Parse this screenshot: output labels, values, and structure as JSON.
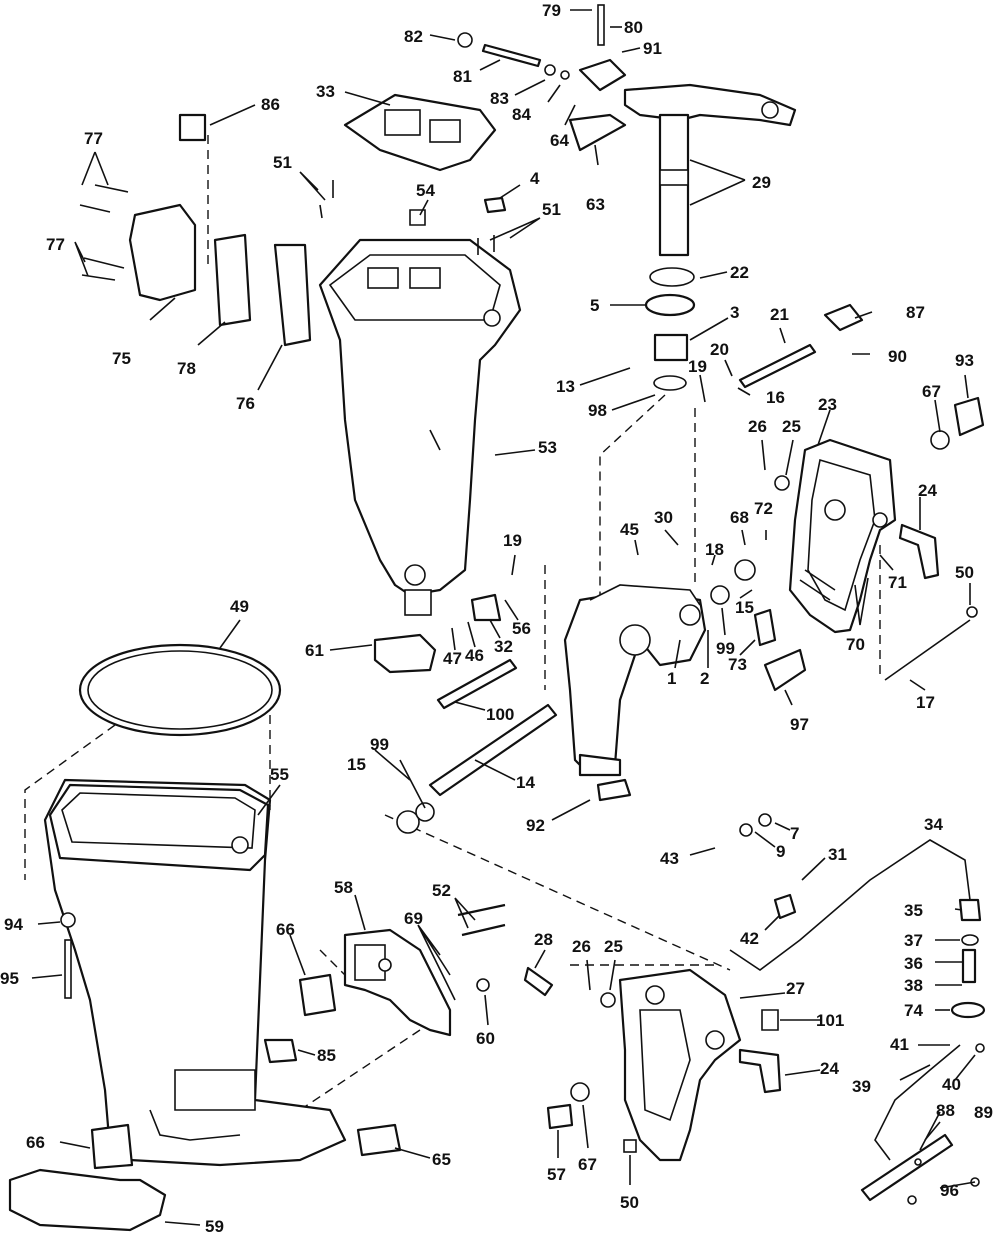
{
  "diagram": {
    "type": "exploded-parts-view",
    "callouts": {
      "c1": "1",
      "c2": "2",
      "c3": "3",
      "c4": "4",
      "c5": "5",
      "c7": "7",
      "c9": "9",
      "c13": "13",
      "c14": "14",
      "c15a": "15",
      "c15b": "15",
      "c16": "16",
      "c17": "17",
      "c18": "18",
      "c19a": "19",
      "c19b": "19",
      "c20": "20",
      "c21": "21",
      "c22": "22",
      "c23": "23",
      "c24a": "24",
      "c24b": "24",
      "c25a": "25",
      "c25b": "25",
      "c26a": "26",
      "c26b": "26",
      "c27": "27",
      "c28": "28",
      "c29": "29",
      "c30": "30",
      "c31": "31",
      "c32": "32",
      "c33": "33",
      "c34": "34",
      "c35": "35",
      "c36": "36",
      "c37": "37",
      "c38": "38",
      "c39": "39",
      "c40": "40",
      "c41": "41",
      "c42": "42",
      "c43": "43",
      "c45": "45",
      "c46": "46",
      "c47": "47",
      "c49": "49",
      "c50a": "50",
      "c50b": "50",
      "c51a": "51",
      "c51b": "51",
      "c52": "52",
      "c53": "53",
      "c54": "54",
      "c55": "55",
      "c56": "56",
      "c57": "57",
      "c58": "58",
      "c59": "59",
      "c60": "60",
      "c61": "61",
      "c63": "63",
      "c64": "64",
      "c65": "65",
      "c66a": "66",
      "c66b": "66",
      "c67a": "67",
      "c67b": "67",
      "c68": "68",
      "c69": "69",
      "c70": "70",
      "c71": "71",
      "c72": "72",
      "c73": "73",
      "c74": "74",
      "c75": "75",
      "c76": "76",
      "c77a": "77",
      "c77b": "77",
      "c78": "78",
      "c79": "79",
      "c80": "80",
      "c81": "81",
      "c82": "82",
      "c83": "83",
      "c84": "84",
      "c85": "85",
      "c86": "86",
      "c87": "87",
      "c88": "88",
      "c89": "89",
      "c90": "90",
      "c91": "91",
      "c92": "92",
      "c93": "93",
      "c94": "94",
      "c95": "95",
      "c96": "96",
      "c97": "97",
      "c98": "98",
      "c99a": "99",
      "c99b": "99",
      "c100": "100",
      "c101": "101"
    }
  }
}
